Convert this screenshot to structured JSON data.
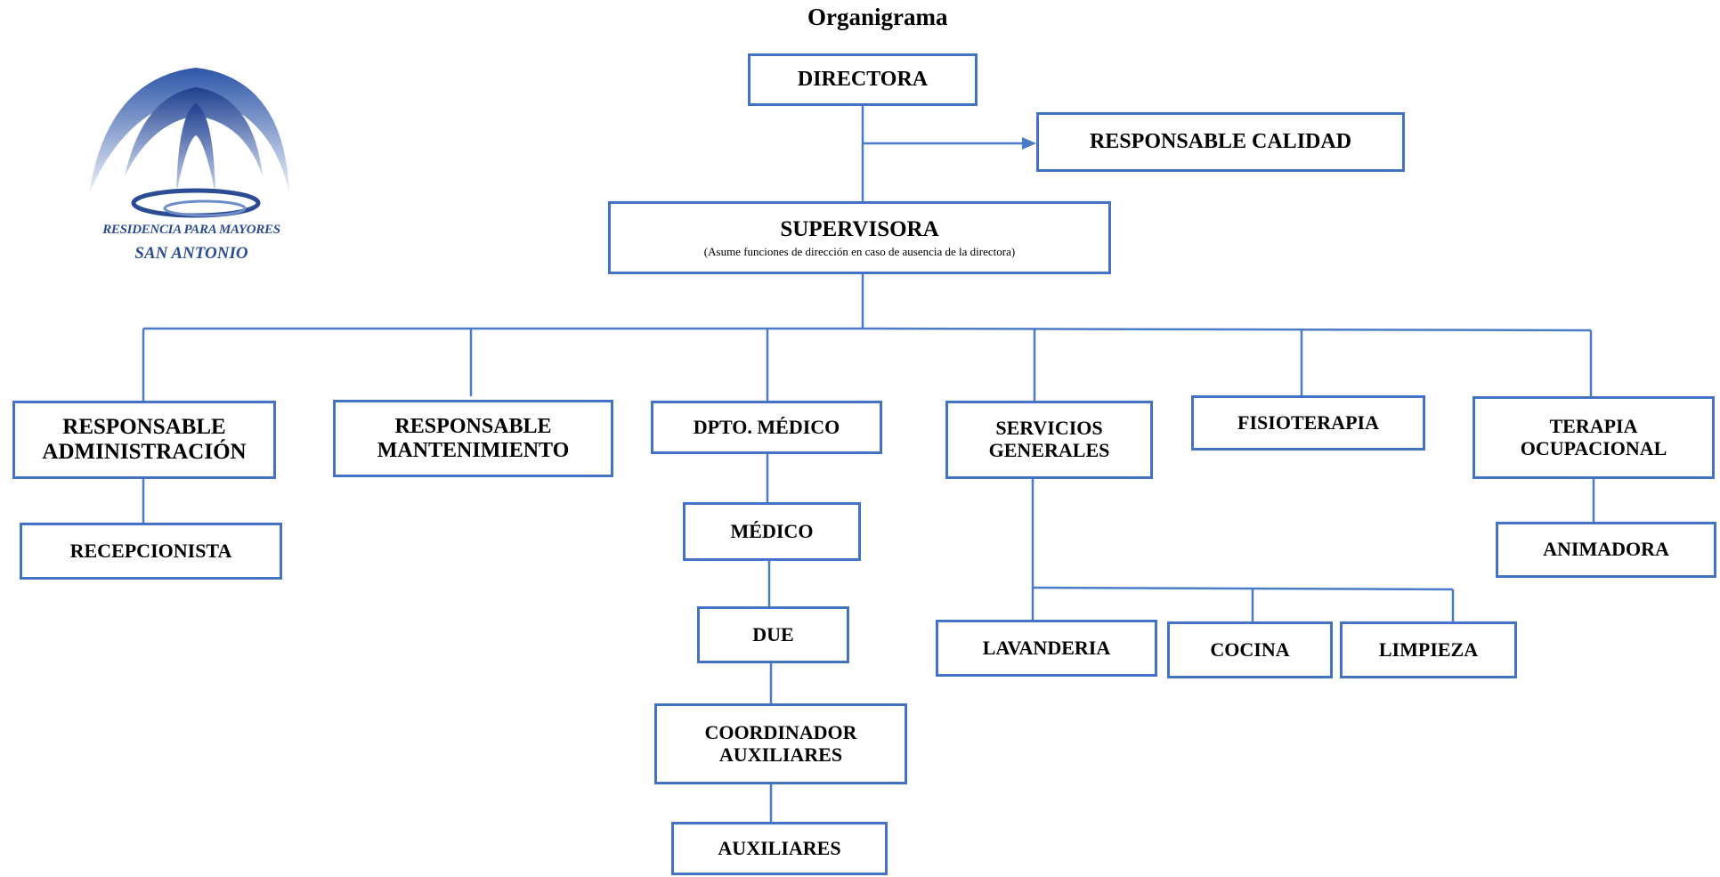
{
  "title": "Organigrama",
  "logo": {
    "line1": "RESIDENCIA PARA MAYORES",
    "line2": "SAN ANTONIO"
  },
  "colors": {
    "line": "#4a7bc8",
    "border": "#4472c4",
    "logo_blue": "#2b4c94"
  },
  "nodes": {
    "directora": "DIRECTORA",
    "calidad": "RESPONSABLE CALIDAD",
    "supervisora": "SUPERVISORA",
    "supervisora_note": "(Asume funciones de dirección en caso de ausencia de la directora)",
    "administracion": "RESPONSABLE ADMINISTRACIÓN",
    "mantenimiento": "RESPONSABLE MANTENIMIENTO",
    "dpto_medico": "DPTO. MÉDICO",
    "servicios_generales": "SERVICIOS GENERALES",
    "fisioterapia": "FISIOTERAPIA",
    "terapia_ocupacional": "TERAPIA OCUPACIONAL",
    "recepcionista": "RECEPCIONISTA",
    "medico": "MÉDICO",
    "due": "DUE",
    "coordinador": "COORDINADOR AUXILIARES",
    "auxiliares": "AUXILIARES",
    "lavanderia": "LAVANDERIA",
    "cocina": "COCINA",
    "limpieza": "LIMPIEZA",
    "animadora": "ANIMADORA"
  }
}
